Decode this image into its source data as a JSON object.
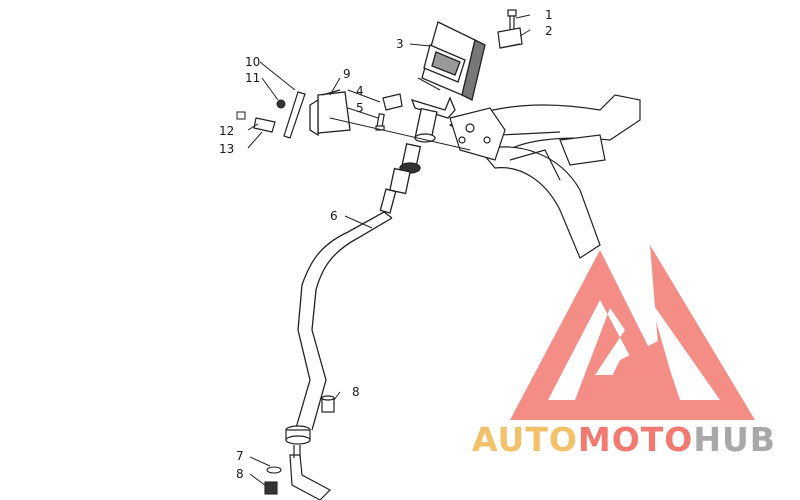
{
  "callouts": [
    {
      "id": "c1",
      "label": "1"
    },
    {
      "id": "c2",
      "label": "2"
    },
    {
      "id": "c3",
      "label": "3"
    },
    {
      "id": "c4",
      "label": "4"
    },
    {
      "id": "c5",
      "label": "5"
    },
    {
      "id": "c6",
      "label": "6"
    },
    {
      "id": "c7",
      "label": "7"
    },
    {
      "id": "c8a",
      "label": "8"
    },
    {
      "id": "c8b",
      "label": "8"
    },
    {
      "id": "c9",
      "label": "9"
    },
    {
      "id": "c10",
      "label": "10"
    },
    {
      "id": "c11",
      "label": "11"
    },
    {
      "id": "c12",
      "label": "12"
    },
    {
      "id": "c13",
      "label": "13"
    }
  ],
  "watermark": {
    "auto": "AUTO",
    "moto": "MOTO",
    "hub": "HUB",
    "colors": {
      "auto": "#f2c16a",
      "moto": "#f37a70",
      "hub": "#a8a8a8",
      "logo": "#f37a70"
    }
  },
  "colors": {
    "line": "#222222",
    "fill": "#ffffff",
    "shade": "#555555"
  }
}
